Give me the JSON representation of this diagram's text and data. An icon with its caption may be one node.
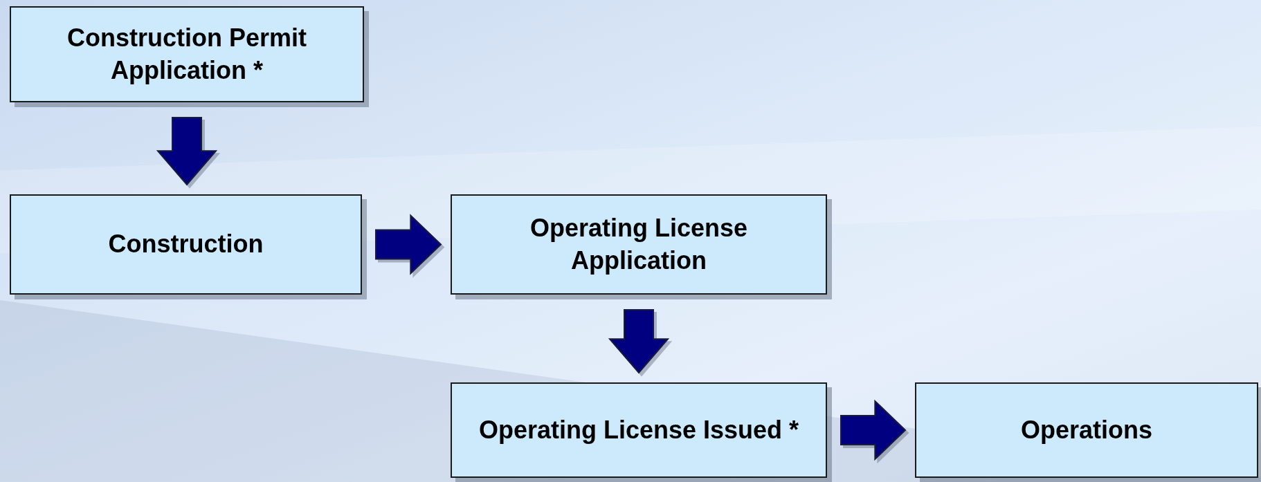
{
  "diagram": {
    "nodes": [
      {
        "text": [
          "Construction Permit Application *"
        ]
      },
      {
        "text": [
          "Construction"
        ]
      },
      {
        "text": [
          "Operating License Application"
        ]
      },
      {
        "text": [
          "Operating License Issued *"
        ]
      },
      {
        "text": [
          "Operations"
        ]
      }
    ],
    "edges": [
      {
        "from": 0,
        "to": 1,
        "arrow": "to",
        "style": "thick"
      },
      {
        "from": 1,
        "to": 2,
        "arrow": "to",
        "style": "thick"
      },
      {
        "from": 2,
        "to": 3,
        "arrow": "to",
        "style": "thick"
      },
      {
        "from": 3,
        "to": 4,
        "arrow": "to",
        "style": "thick"
      }
    ]
  }
}
